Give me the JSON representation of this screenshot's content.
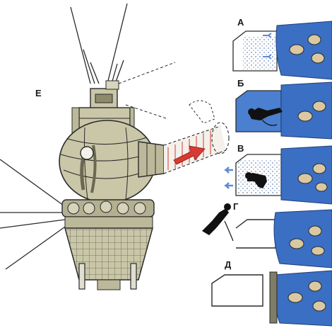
{
  "diagram": {
    "labels": {
      "spacecraft": "Е",
      "step_a": "А",
      "step_b": "Б",
      "step_v": "В",
      "step_g": "Г",
      "step_d": "Д"
    },
    "colors": {
      "hull": "#c9c7a8",
      "hull_shade": "#a9a686",
      "space_blue": "#3a6fc4",
      "airlock_blue": "#4b7fd0",
      "arrow_red": "#d83a34",
      "ink": "#1a1a1a"
    }
  }
}
